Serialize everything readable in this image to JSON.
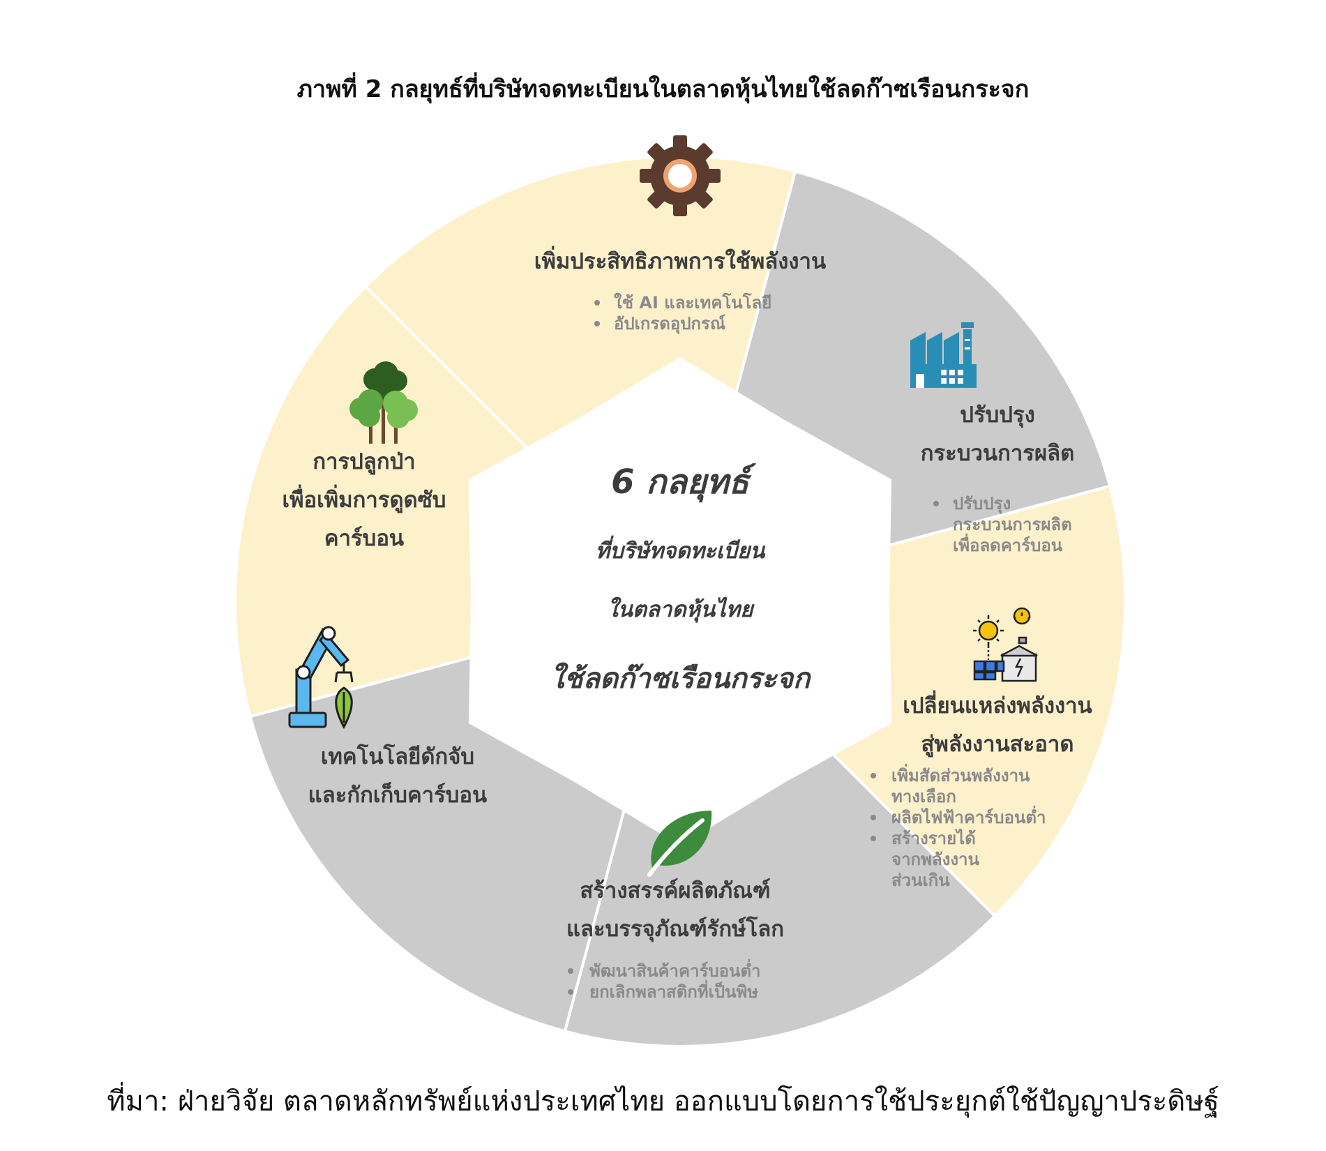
{
  "title": "ภาพที่ 2  กลยุทธ์ที่บริษัทจดทะเบียนในตลาดหุ้นไทยใช้ลดก๊าซเรือนกระจก",
  "source": "ที่มา: ฝ่ายวิจัย ตลาดหลักทรัพย์แห่งประเทศไทย ออกแบบโดยการใช้ประยุกต์ใช้ปัญญาประดิษฐ์",
  "center": {
    "line1": "6 กลยุทธ์",
    "line2": "ที่บริษัทจดทะเบียน",
    "line3": "ในตลาดหุ้นไทย",
    "line4": "ใช้ลดก๊าซเรือนกระจก"
  },
  "colors": {
    "cream": "#fdf1cc",
    "gray": "#cbcbcb",
    "divider": "#ffffff"
  },
  "segments": [
    {
      "id": "energy-efficiency",
      "icon": "gear-icon",
      "title": [
        "เพิ่มประสิทธิภาพการใช้พลังงาน"
      ],
      "bullets": [
        [
          "ใช้ AI และเทคโนโลยี"
        ],
        [
          "อัปเกรดอุปกรณ์"
        ]
      ]
    },
    {
      "id": "process-improvement",
      "icon": "factory-icon",
      "title": [
        "ปรับปรุง",
        "กระบวนการผลิต"
      ],
      "bullets": [
        [
          "ปรับปรุง",
          "กระบวนการผลิต",
          "เพื่อลดคาร์บอน"
        ]
      ]
    },
    {
      "id": "clean-energy",
      "icon": "solar-energy-icon",
      "title": [
        "เปลี่ยนแหล่งพลังงาน",
        "สู่พลังงานสะอาด"
      ],
      "bullets": [
        [
          "เพิ่มสัดส่วนพลังงาน",
          "ทางเลือก"
        ],
        [
          "ผลิตไฟฟ้าคาร์บอนต่ำ"
        ],
        [
          "สร้างรายได้",
          "จากพลังงาน",
          "ส่วนเกิน"
        ]
      ]
    },
    {
      "id": "green-products",
      "icon": "leaf-icon",
      "title": [
        "สร้างสรรค์ผลิตภัณฑ์",
        "และบรรจุภัณฑ์รักษ์โลก"
      ],
      "bullets": [
        [
          "พัฒนาสินค้าคาร์บอนต่ำ"
        ],
        [
          "ยกเลิกพลาสติกที่เป็นพิษ"
        ]
      ]
    },
    {
      "id": "carbon-capture",
      "icon": "robot-arm-icon",
      "title": [
        "เทคโนโลยีดักจับ",
        "และกักเก็บคาร์บอน"
      ],
      "bullets": []
    },
    {
      "id": "reforestation",
      "icon": "tree-icon",
      "title": [
        "การปลูกป่า",
        "เพื่อเพิ่มการดูดซับ",
        "คาร์บอน"
      ],
      "bullets": []
    }
  ]
}
